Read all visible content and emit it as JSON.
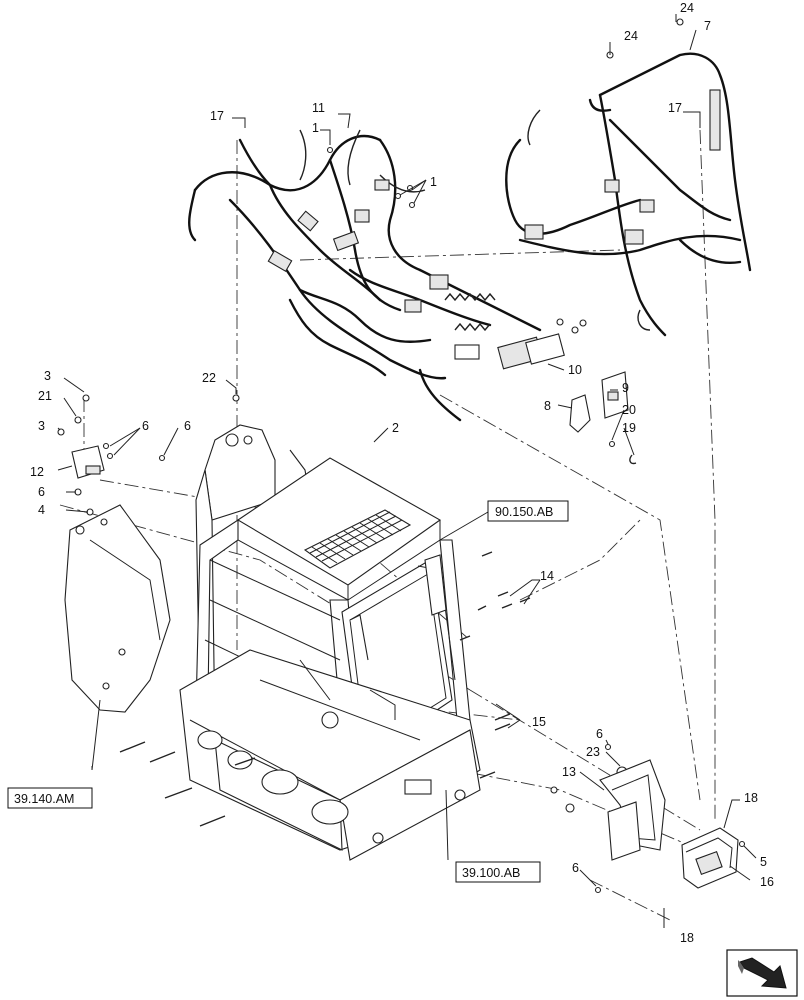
{
  "callouts": {
    "c24a": "24",
    "c24b": "24",
    "c7": "7",
    "c17a": "17",
    "c17b": "17",
    "c11": "11",
    "c1a": "1",
    "c1b": "1",
    "c22": "22",
    "c10": "10",
    "c9": "9",
    "c8": "8",
    "c20": "20",
    "c19": "19",
    "c2": "2",
    "c3a": "3",
    "c21": "21",
    "c3b": "3",
    "c6a": "6",
    "c6b": "6",
    "c12": "12",
    "c6c": "6",
    "c4": "4",
    "c14": "14",
    "c15": "15",
    "c6d": "6",
    "c23": "23",
    "c13": "13",
    "c18a": "18",
    "c5": "5",
    "c16": "16",
    "c6e": "6",
    "c18b": "18"
  },
  "references": {
    "ref_90150": "90.150.AB",
    "ref_39140": "39.140.AM",
    "ref_39100": "39.100.AB"
  },
  "icons": {
    "corner": "next-page-arrow-icon"
  }
}
